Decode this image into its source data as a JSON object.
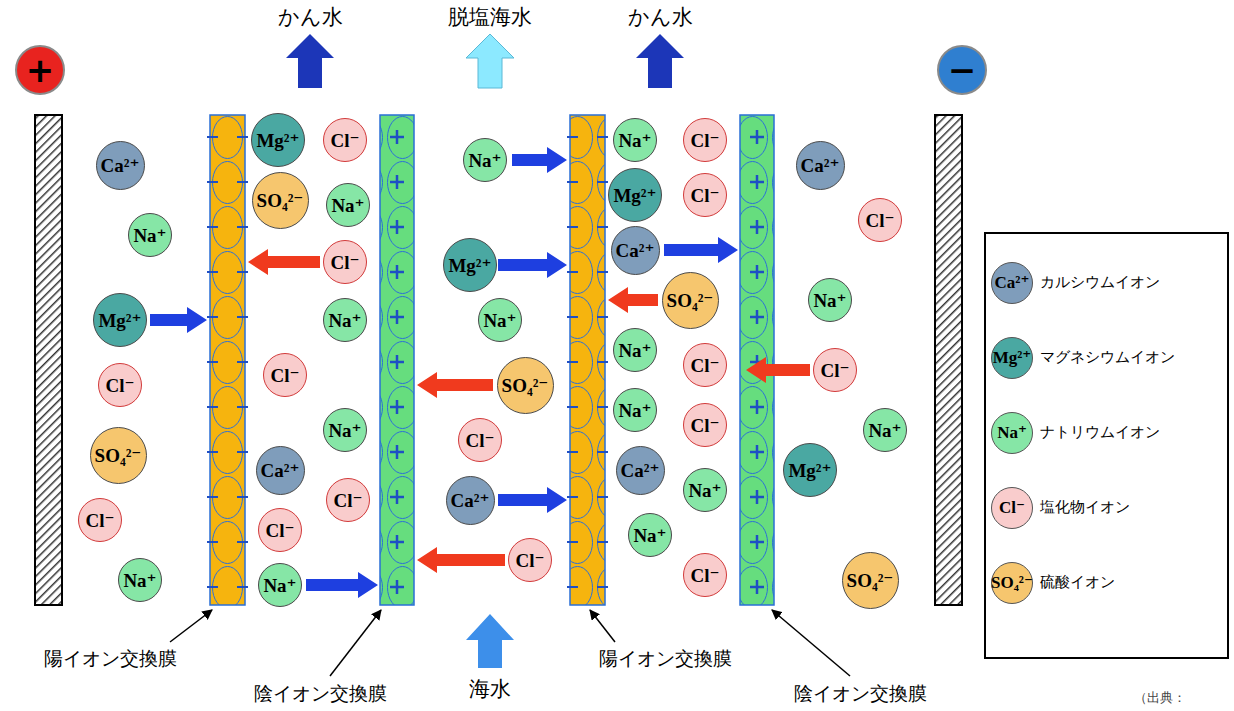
{
  "diagram": {
    "nodes": [
      {
        "text": [
          "+"
        ]
      },
      {
        "text": [
          "−"
        ]
      },
      {
        "text": [
          "Ca²⁺"
        ]
      },
      {
        "text": [
          "Na⁺"
        ]
      },
      {
        "text": [
          "Mg²⁺"
        ]
      },
      {
        "text": [
          "Cl⁻"
        ]
      },
      {
        "text": [
          "SO₄²⁻"
        ]
      },
      {
        "text": [
          "Cl⁻"
        ]
      },
      {
        "text": [
          "Na⁺"
        ]
      },
      {
        "text": [
          "Mg²⁺"
        ]
      },
      {
        "text": [
          "Cl⁻"
        ]
      },
      {
        "text": [
          "SO₄²⁻"
        ]
      },
      {
        "text": [
          "Na⁺"
        ]
      },
      {
        "text": [
          "Cl⁻"
        ]
      },
      {
        "text": [
          "Na⁺"
        ]
      },
      {
        "text": [
          "Cl⁻"
        ]
      },
      {
        "text": [
          "Na⁺"
        ]
      },
      {
        "text": [
          "Ca²⁺"
        ]
      },
      {
        "text": [
          "Cl⁻"
        ]
      },
      {
        "text": [
          "Cl⁻"
        ]
      },
      {
        "text": [
          "Na⁺"
        ]
      },
      {
        "text": [
          "Na⁺"
        ]
      },
      {
        "text": [
          "Mg²⁺"
        ]
      },
      {
        "text": [
          "Na⁺"
        ]
      },
      {
        "text": [
          "SO₄²⁻"
        ]
      },
      {
        "text": [
          "Cl⁻"
        ]
      },
      {
        "text": [
          "Ca²⁺"
        ]
      },
      {
        "text": [
          "Cl⁻"
        ]
      },
      {
        "text": [
          "Na⁺"
        ]
      },
      {
        "text": [
          "Cl⁻"
        ]
      },
      {
        "text": [
          "Mg²⁺"
        ]
      },
      {
        "text": [
          "Cl⁻"
        ]
      },
      {
        "text": [
          "Ca²⁺"
        ]
      },
      {
        "text": [
          "SO₄²⁻"
        ]
      },
      {
        "text": [
          "Na⁺"
        ]
      },
      {
        "text": [
          "Cl⁻"
        ]
      },
      {
        "text": [
          "Na⁺"
        ]
      },
      {
        "text": [
          "Cl⁻"
        ]
      },
      {
        "text": [
          "Ca²⁺"
        ]
      },
      {
        "text": [
          "Na⁺"
        ]
      },
      {
        "text": [
          "Na⁺"
        ]
      },
      {
        "text": [
          "Cl⁻"
        ]
      },
      {
        "text": [
          "Ca²⁺"
        ]
      },
      {
        "text": [
          "Cl⁻"
        ]
      },
      {
        "text": [
          "Na⁺"
        ]
      },
      {
        "text": [
          "Cl⁻"
        ]
      },
      {
        "text": [
          "Na⁺"
        ]
      },
      {
        "text": [
          "Mg²⁺"
        ]
      },
      {
        "text": [
          "SO₄²⁻"
        ]
      }
    ],
    "labels": [
      "かん水",
      "脱塩海水",
      "かん水",
      "海水",
      "陽イオン交換膜",
      "陰イオン交換膜",
      "陽イオン交換膜",
      "陰イオン交換膜",
      "Ca²⁺",
      "Mg²⁺",
      "Na⁺",
      "Cl⁻",
      "SO₄²⁻",
      "（出典："
    ],
    "legend": [
      {
        "text": "カルシウムイオン",
        "color": "#7f9dbb"
      },
      {
        "text": "マグネシウムイオン",
        "color": "#4aa8a2"
      },
      {
        "text": "ナトリウムイオン",
        "color": "#86e6a6"
      },
      {
        "text": "塩化物イオン",
        "color": "#f9cccc"
      },
      {
        "text": "硫酸イオン",
        "color": "#f6c66e"
      }
    ]
  }
}
